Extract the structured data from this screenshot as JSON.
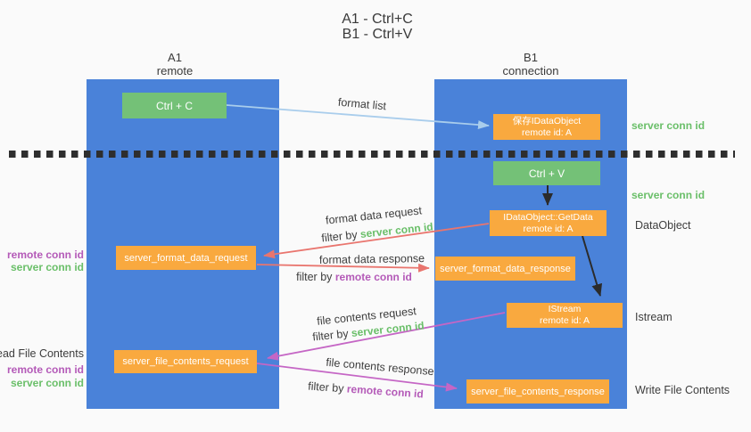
{
  "title": {
    "line1": "A1 - Ctrl+C",
    "line2": "B1 - Ctrl+V"
  },
  "lanes": {
    "left": {
      "name": "A1",
      "role": "remote"
    },
    "right": {
      "name": "B1",
      "role": "connection"
    }
  },
  "nodes": {
    "ctrl_c": "Ctrl + C",
    "ctrl_v": "Ctrl + V",
    "save_dataobject": {
      "line1": "保存IDataObject",
      "line2": "remote id: A"
    },
    "getdata": {
      "line1": "IDataObject::GetData",
      "line2": "remote id: A"
    },
    "istream": {
      "line1": "IStream",
      "line2": "remote id: A"
    },
    "format_request": "server_format_data_request",
    "format_response": "server_format_data_response",
    "file_request": "server_file_contents_request",
    "file_response": "server_file_contents_response"
  },
  "arrow_labels": {
    "format_list": "format list",
    "format_data_request": "format data request",
    "format_data_request_filter": {
      "prefix": "filter by ",
      "id": "server conn id"
    },
    "format_data_response": "format data response",
    "format_data_response_filter": {
      "prefix": "filter by ",
      "id": "remote conn id"
    },
    "file_contents_request": "file contents request",
    "file_contents_request_filter": {
      "prefix": "filter by ",
      "id": "server conn id"
    },
    "file_contents_response": "file contents response",
    "file_contents_response_filter": {
      "prefix": "filter by ",
      "id": "remote conn id"
    }
  },
  "side_labels": {
    "right_server_conn_id_top": "server conn id",
    "right_server_conn_id_mid": "server conn id",
    "dataobject": "DataObject",
    "istream": "Istream",
    "write_file_contents": "Write File Contents",
    "left_remote_conn_id_top": "remote conn id",
    "left_server_conn_id_top": "server conn id",
    "read_file_contents": "Read File Contents",
    "left_remote_conn_id_bottom": "remote conn id",
    "left_server_conn_id_bottom": "server conn id"
  },
  "colors": {
    "lane_blue": "#4a82d9",
    "box_green": "#74c177",
    "box_orange": "#f9a93f",
    "arrow_light_blue": "#a9cdec",
    "arrow_red": "#e9756e",
    "arrow_magenta": "#c566c5",
    "arrow_black": "#2b2b2b",
    "label_green": "#6abf69",
    "label_purple": "#b45ab8",
    "text_dark": "#3d3d3d",
    "background": "#fafafa",
    "dotted_line": "#2e2e2e"
  }
}
